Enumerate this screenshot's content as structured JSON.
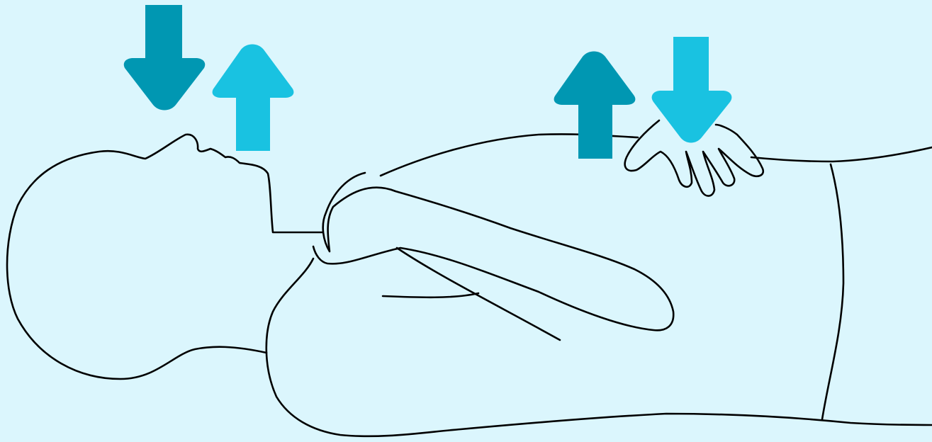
{
  "illustration": {
    "subject": "person-lying-supine-hand-on-chest-illustration",
    "background_color": "#dbf6fd",
    "outline_color": "#000000",
    "arrow_dark_color": "#0097b2",
    "arrow_light_color": "#19c2e1"
  },
  "arrows": [
    {
      "id": "nose-exhale-down",
      "direction": "down",
      "tone": "dark"
    },
    {
      "id": "nose-inhale-up",
      "direction": "up",
      "tone": "light"
    },
    {
      "id": "chest-rise-up",
      "direction": "up",
      "tone": "dark"
    },
    {
      "id": "chest-press-down",
      "direction": "down",
      "tone": "light"
    }
  ]
}
